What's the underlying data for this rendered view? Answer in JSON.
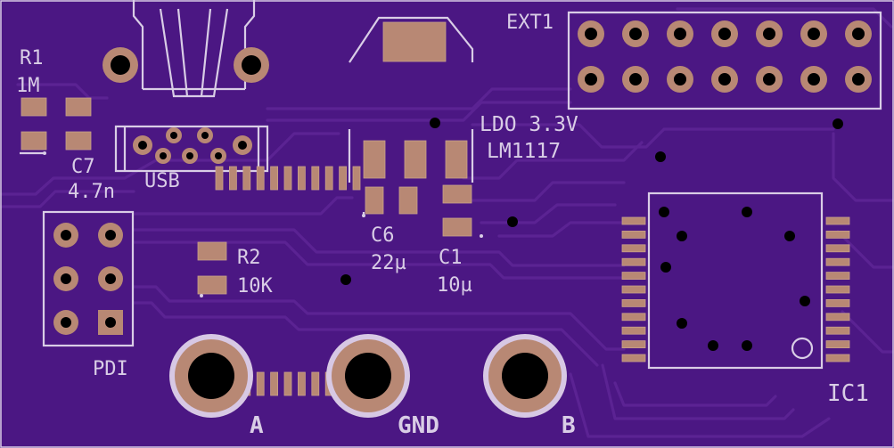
{
  "board": {
    "background": "#4b1783",
    "trace_color": "#5b2393",
    "silk_color": "#d9cde6",
    "copper_color": "#b88874"
  },
  "labels": {
    "r1_name": "R1",
    "r1_value": "1M",
    "c7_name": "C7",
    "c7_value": "4.7n",
    "usb": "USB",
    "ldo_line1": "LDO 3.3V",
    "ldo_line2": "LM1117",
    "ext1": "EXT1",
    "c6_name": "C6",
    "c6_value": "22µ",
    "c1_name": "C1",
    "c1_value": "10µ",
    "r2_name": "R2",
    "r2_value": "10K",
    "pdi": "PDI",
    "pad_a": "A",
    "pad_gnd": "GND",
    "pad_b": "B",
    "ic1": "IC1"
  },
  "icons": [
    "usb-connector-icon",
    "header-pin-icon",
    "via-icon",
    "smd-pad-icon",
    "ic-qfp-icon"
  ]
}
